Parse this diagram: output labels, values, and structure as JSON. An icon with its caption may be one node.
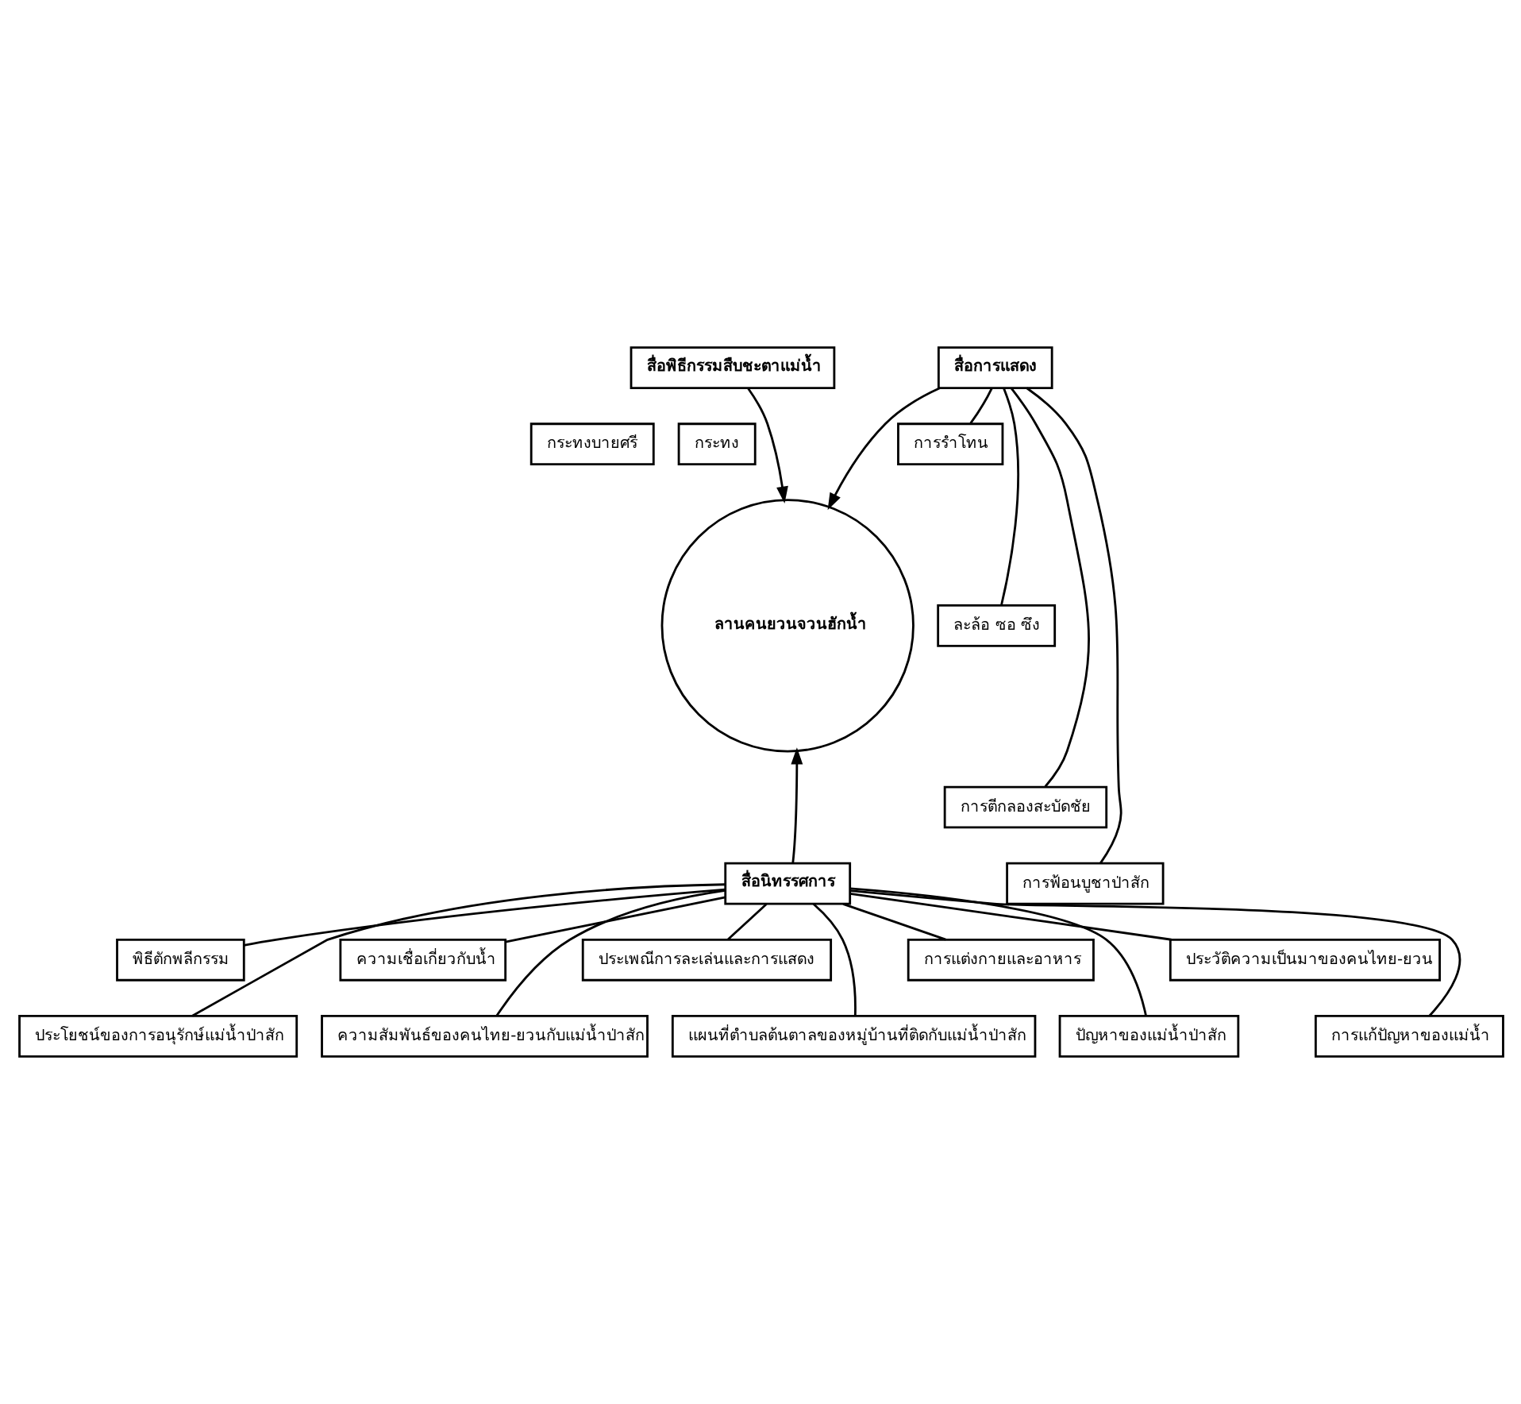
{
  "diagram": {
    "nodes": [
      {
        "text": [
          "สื่อพิธีกรรมสืบชะตาแม่น้ำ"
        ]
      },
      {
        "text": [
          "สื่อการแสดง"
        ]
      },
      {
        "text": [
          "กระทงบายศรี"
        ]
      },
      {
        "text": [
          "กระทง"
        ]
      },
      {
        "text": [
          "ลานคนยวนจวนฮักน้ำ"
        ]
      },
      {
        "text": [
          "การรำโทน"
        ]
      },
      {
        "text": [
          "ละล้อ ซอ ซึง"
        ]
      },
      {
        "text": [
          "การตีกลองสะบัดชัย"
        ]
      },
      {
        "text": [
          "การฟ้อนบูชาป่าสัก"
        ]
      },
      {
        "text": [
          "สื่อนิทรรศการ"
        ]
      },
      {
        "text": [
          "พิธีตักพลีกรรม"
        ]
      },
      {
        "text": [
          "ความเชื่อเกี่ยวกับน้ำ"
        ]
      },
      {
        "text": [
          "ประเพณีการละเล่นและการแสดง"
        ]
      },
      {
        "text": [
          "การแต่งกายและอาหาร"
        ]
      },
      {
        "text": [
          "ประวัติความเป็นมาของคนไทย-ยวน"
        ]
      },
      {
        "text": [
          "ประโยชน์ของการอนุรักษ์แม่น้ำป่าสัก"
        ]
      },
      {
        "text": [
          "ความสัมพันธ์ของคนไทย-ยวนกับแม่น้ำป่าสัก"
        ]
      },
      {
        "text": [
          "แผนที่ตำบลต้นตาลของหมู่บ้านที่ติดกับแม่น้ำป่าสัก"
        ]
      },
      {
        "text": [
          "ปัญหาของแม่น้ำป่าสัก"
        ]
      },
      {
        "text": [
          "การแก้ปัญหาของแม่น้ำ"
        ]
      }
    ],
    "edges": [
      {
        "from": 0,
        "to": 4,
        "arrow": "to"
      },
      {
        "from": 1,
        "to": 4,
        "arrow": "to"
      },
      {
        "from": 9,
        "to": 4,
        "arrow": "to"
      },
      {
        "from": 1,
        "to": 5,
        "arrow": "none"
      },
      {
        "from": 1,
        "to": 6,
        "arrow": "none"
      },
      {
        "from": 1,
        "to": 7,
        "arrow": "none"
      },
      {
        "from": 1,
        "to": 8,
        "arrow": "none"
      },
      {
        "from": 9,
        "to": 10,
        "arrow": "none"
      },
      {
        "from": 9,
        "to": 15,
        "arrow": "none"
      },
      {
        "from": 9,
        "to": 11,
        "arrow": "none"
      },
      {
        "from": 9,
        "to": 16,
        "arrow": "none"
      },
      {
        "from": 9,
        "to": 12,
        "arrow": "none"
      },
      {
        "from": 9,
        "to": 17,
        "arrow": "none"
      },
      {
        "from": 9,
        "to": 13,
        "arrow": "none"
      },
      {
        "from": 9,
        "to": 18,
        "arrow": "none"
      },
      {
        "from": 9,
        "to": 19,
        "arrow": "none"
      },
      {
        "from": 9,
        "to": 14,
        "arrow": "none"
      }
    ]
  }
}
